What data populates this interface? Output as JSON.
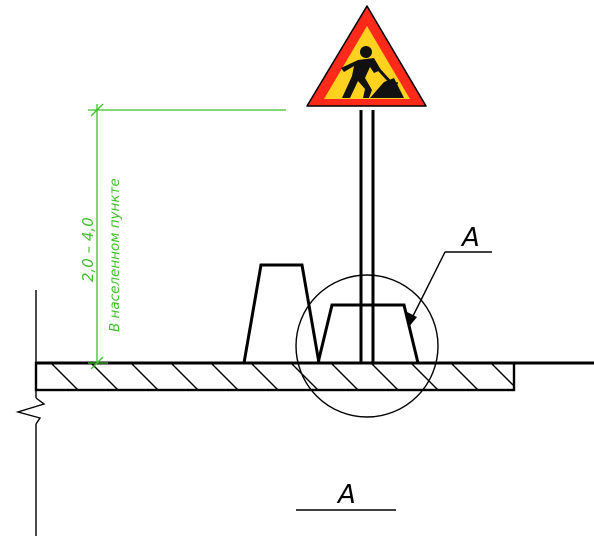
{
  "sign": {
    "icon": "road-works-sign-icon",
    "border_color": "#ff2a1a",
    "fill_color": "#ffd21f",
    "figure_color": "#111111"
  },
  "dimension": {
    "value": "2,0 – 4,0",
    "note": "В населенном пункте",
    "color": "#3fbf2a"
  },
  "detail_callout": {
    "label": "A"
  },
  "detail_title": {
    "label": "A"
  }
}
